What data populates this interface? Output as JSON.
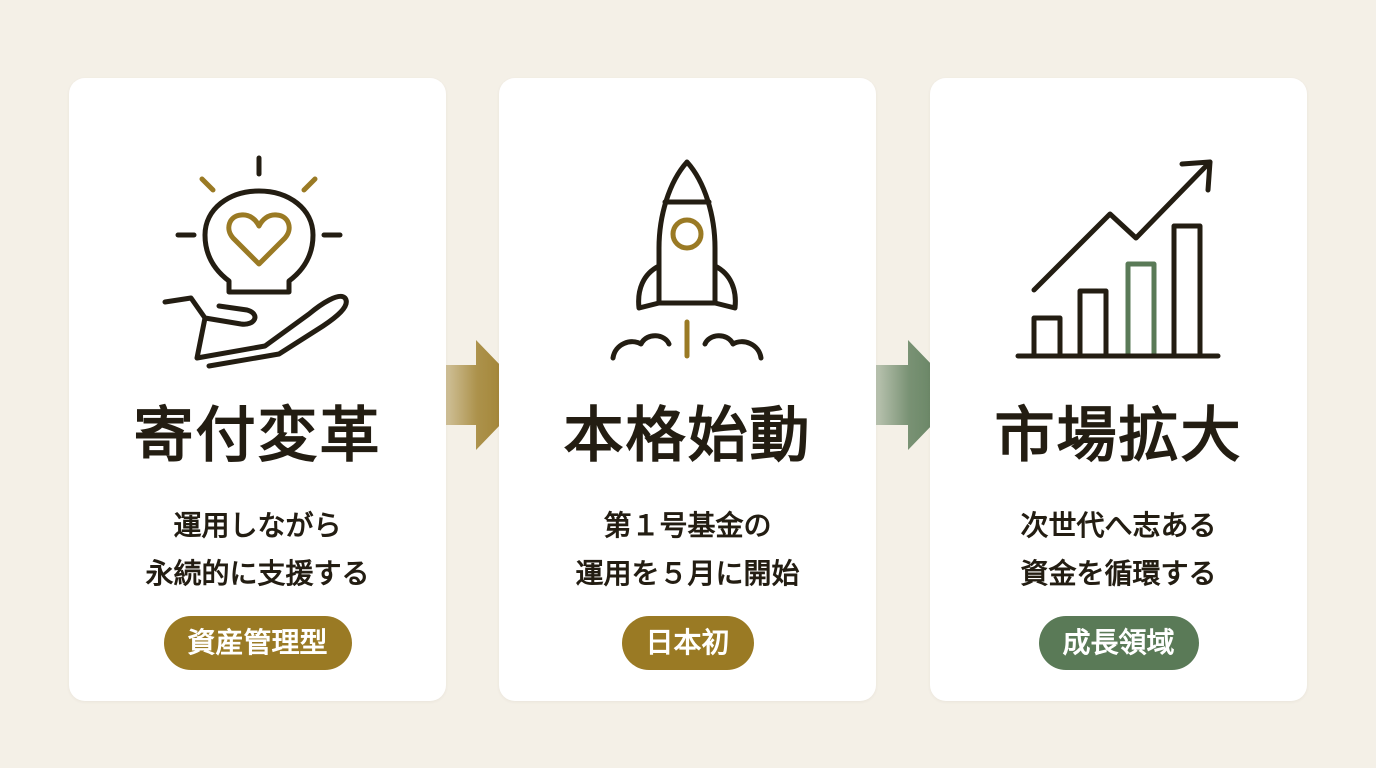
{
  "colors": {
    "background": "#f4f0e7",
    "gold": "#9a7a24",
    "green": "#5a7a57",
    "ink": "#231d12"
  },
  "cards": [
    {
      "icon": "lightbulb-heart-hand-icon",
      "title": "寄付変革",
      "desc_lines": [
        "運用しながら",
        "永続的に支援する"
      ],
      "badge": "資産管理型",
      "badge_color": "#9a7a24"
    },
    {
      "icon": "rocket-icon",
      "title": "本格始動",
      "desc_lines": [
        "第１号基金の",
        "運用を５月に開始"
      ],
      "badge": "日本初",
      "badge_color": "#9a7a24"
    },
    {
      "icon": "growth-chart-icon",
      "title": "市場拡大",
      "desc_lines": [
        "次世代へ志ある",
        "資金を循環する"
      ],
      "badge": "成長領域",
      "badge_color": "#5a7a57"
    }
  ]
}
